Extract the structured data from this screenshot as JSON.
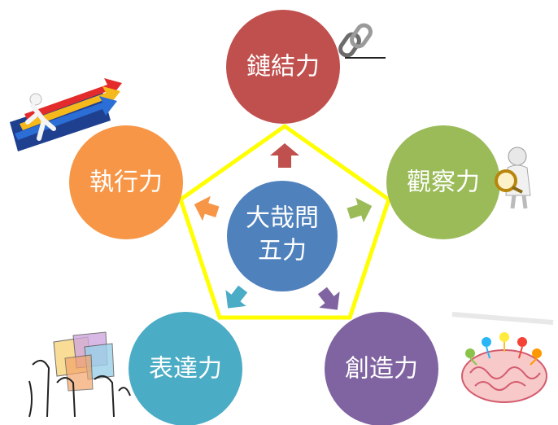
{
  "center": {
    "line1": "大哉問",
    "line2": "五力"
  },
  "nodes": [
    {
      "id": "linking",
      "label": "鏈結力",
      "color": "#c0504d",
      "icon": "chain-link-icon"
    },
    {
      "id": "observation",
      "label": "觀察力",
      "color": "#9bbb59",
      "icon": "magnifier-figure-icon"
    },
    {
      "id": "creativity",
      "label": "創造力",
      "color": "#8064a2",
      "icon": "brain-lightbulbs-icon"
    },
    {
      "id": "expression",
      "label": "表達力",
      "color": "#4bacc6",
      "icon": "people-speech-icon"
    },
    {
      "id": "execution",
      "label": "執行力",
      "color": "#f79646",
      "icon": "stairs-arrows-runner-icon"
    }
  ],
  "colors": {
    "center": "#4f81bd",
    "pentagon_outline": "#ffff00"
  }
}
